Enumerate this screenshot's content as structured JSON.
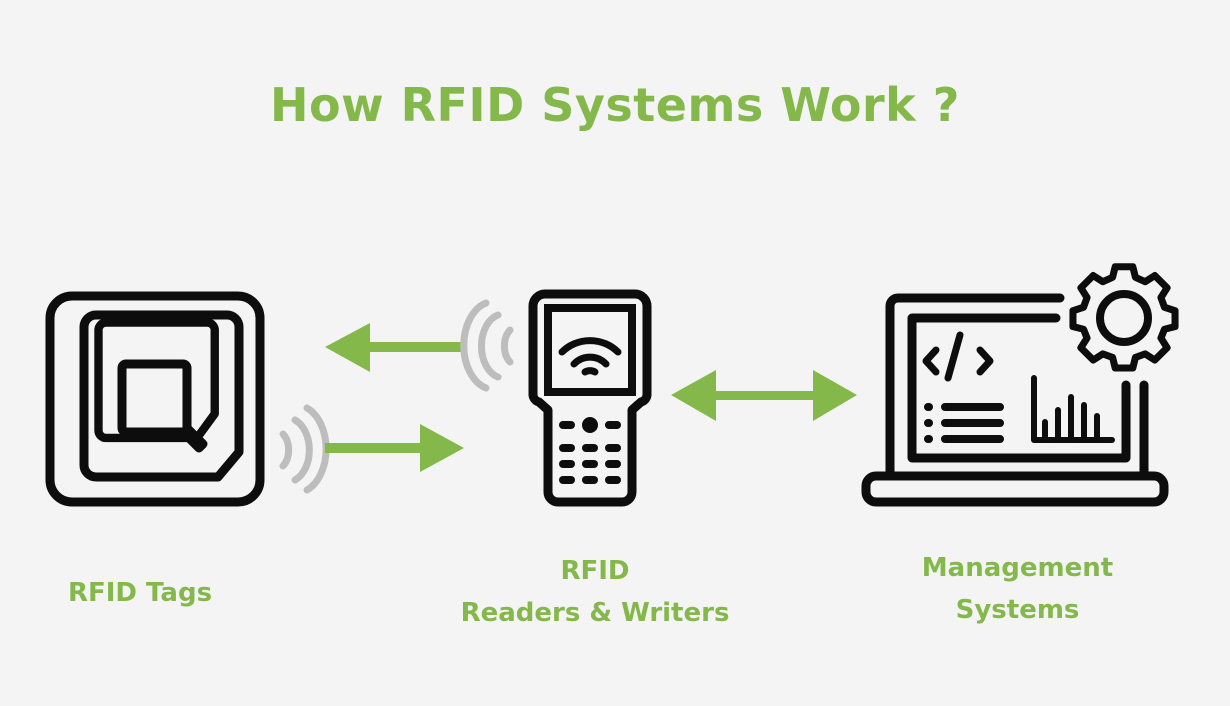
{
  "title": "How RFID Systems Work ?",
  "colors": {
    "accent": "#84b84a",
    "icon": "#0d0d0d",
    "wave": "#bdbdbd",
    "background": "#f4f4f4"
  },
  "components": [
    {
      "id": "tags",
      "label_lines": [
        "RFID Tags"
      ],
      "icon": "rfid-tag-icon"
    },
    {
      "id": "reader",
      "label_lines": [
        "RFID",
        "Readers & Writers"
      ],
      "icon": "handheld-reader-icon"
    },
    {
      "id": "mgmt",
      "label_lines": [
        "Management",
        "Systems"
      ],
      "icon": "laptop-gear-icon"
    }
  ],
  "connections": [
    {
      "from": "reader",
      "to": "tags",
      "direction": "left",
      "icon": "arrow-left-icon"
    },
    {
      "from": "tags",
      "to": "reader",
      "direction": "right",
      "icon": "arrow-right-icon"
    },
    {
      "from": "reader",
      "to": "mgmt",
      "direction": "both",
      "icon": "double-arrow-icon"
    }
  ]
}
